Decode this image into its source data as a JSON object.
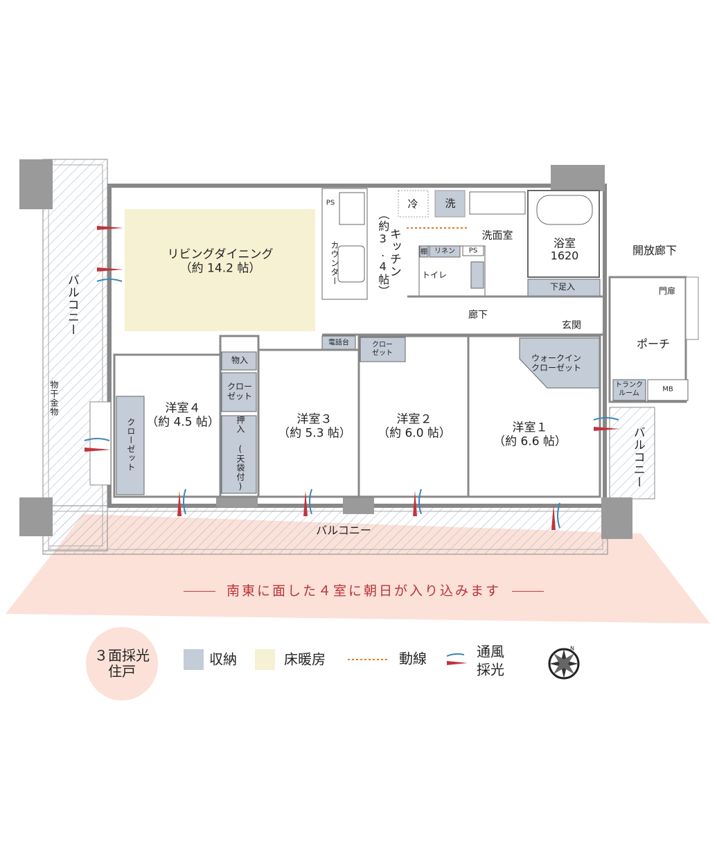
{
  "colors": {
    "storage": "#c3ccd7",
    "floor_heating": "#f6f1d3",
    "route": "#e8761e",
    "wind": "#3a86b5",
    "light": "#c0343c",
    "sun": "#fbe1d8",
    "wall": "#9a9a9a"
  },
  "rooms": {
    "ldk": {
      "name": "リビングダイニング",
      "size": "（約 14.2 帖）"
    },
    "kitchen": {
      "name": "キッチン",
      "size": "（約3.4帖）"
    },
    "counter": "カウンター",
    "ps1": "PS",
    "fridge": "冷",
    "washer": "洗",
    "washroom": "洗面室",
    "bath": {
      "name": "浴室",
      "size": "1620"
    },
    "linen": "リネン",
    "ps2": "PS",
    "shelf": "棚",
    "toilet": "トイレ",
    "shoe": "下足入",
    "hall": "廊下",
    "entrance": "玄関",
    "open_corridor": "開放廊下",
    "gate": "門扉",
    "porch": "ポーチ",
    "trunk": "トランク ルーム",
    "mb": "MB",
    "phone": "電話台",
    "closet_hall": "クロー ゼット",
    "wic": "ウォークイン クローゼット",
    "storage": "物入",
    "closet3": "クロー ゼット",
    "oshiire": "押入 (天袋付)",
    "closet4": "クローゼット",
    "room1": {
      "name": "洋室１",
      "size": "（約 6.6 帖）"
    },
    "room2": {
      "name": "洋室２",
      "size": "（約 6.0 帖）"
    },
    "room3": {
      "name": "洋室３",
      "size": "（約 5.3 帖）"
    },
    "room4": {
      "name": "洋室４",
      "size": "（約 4.5 帖）"
    },
    "balcony_left": "バルコニー",
    "drying": "物干金物",
    "balcony_bottom": "バルコニー",
    "balcony_right": "バルコニー"
  },
  "sun_message": "南東に面した４室に朝日が入り込みます",
  "legend": {
    "badge": "３面採光 住戸",
    "storage": "収納",
    "floor_heating": "床暖房",
    "route": "動線",
    "wind": "通風",
    "light": "採光",
    "compass": "N"
  }
}
